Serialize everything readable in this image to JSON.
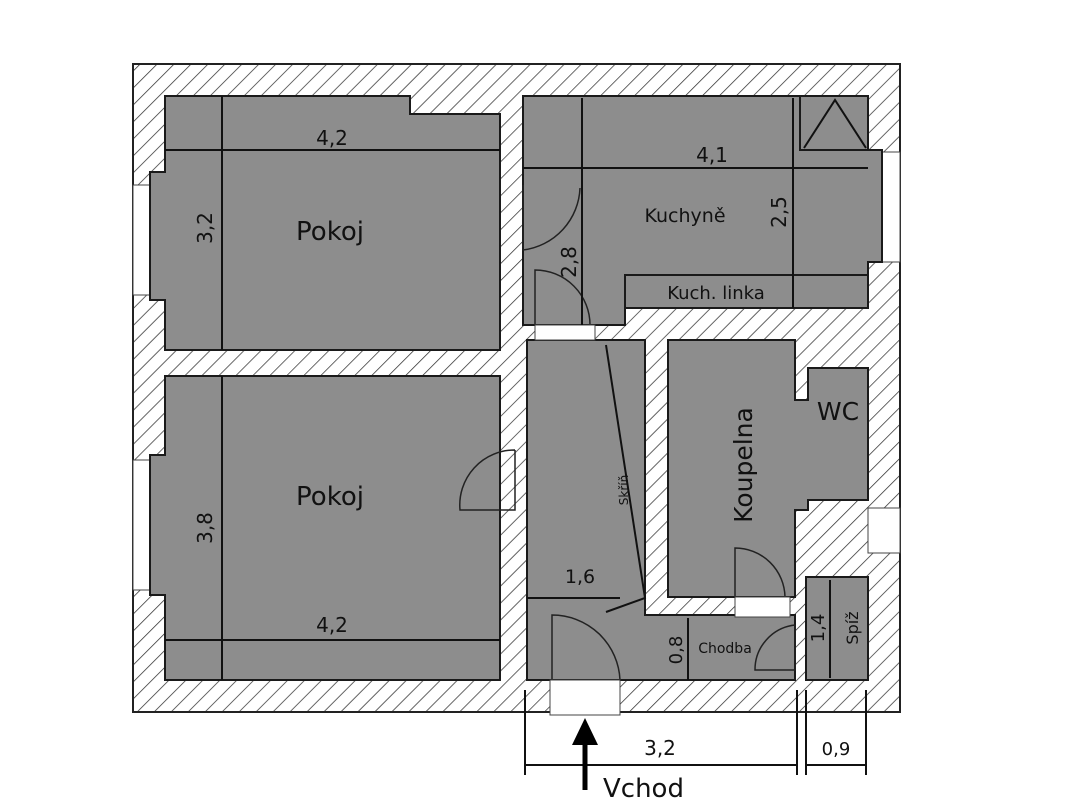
{
  "rooms": {
    "pokoj_top": "Pokoj",
    "pokoj_bottom": "Pokoj",
    "kuchyne": "Kuchyně",
    "kuch_linka": "Kuch. linka",
    "skrin": "Skříň",
    "koupelna": "Koupelna",
    "wc": "WC",
    "chodba": "Chodba",
    "spiz": "Spíž"
  },
  "dimensions": {
    "pokoj_top_width": "4,2",
    "pokoj_top_depth": "3,2",
    "pokoj_bottom_width": "4,2",
    "pokoj_bottom_depth": "3,8",
    "kitchen_width": "4,1",
    "kitchen_depth": "2,5",
    "kitchen_left_depth": "2,8",
    "hall_width": "1,6",
    "chodba_depth": "0,8",
    "spiz_depth": "1,4",
    "bottom_width": "3,2",
    "spiz_width": "0,9"
  },
  "entrance": "Vchod",
  "colors": {
    "room": "#8d8d8d",
    "wall_hatch": "#333333"
  }
}
